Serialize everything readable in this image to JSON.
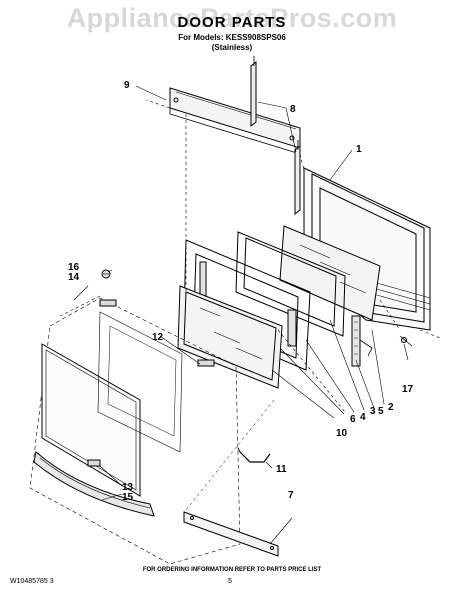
{
  "watermark": "AppliancePartsPros.com",
  "title": "DOOR PARTS",
  "models_line": "For Models: KESS908SPS06",
  "finish_line": "(Stainless)",
  "callouts": {
    "c1": "1",
    "c2": "2",
    "c3": "3",
    "c4": "4",
    "c5": "5",
    "c6": "6",
    "c7": "7",
    "c8": "8",
    "c9": "9",
    "c10": "10",
    "c11": "11",
    "c12": "12",
    "c13": "13",
    "c14": "14",
    "c15": "15",
    "c16": "16",
    "c17": "17"
  },
  "footer_text": "FOR ORDERING INFORMATION REFER TO PARTS PRICE LIST",
  "doc_number": "W10485785 3",
  "page_number": "5"
}
